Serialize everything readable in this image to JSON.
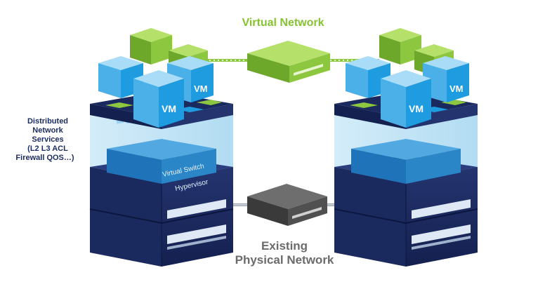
{
  "title_virtual": "Virtual Network",
  "title_physical_line1": "Existing",
  "title_physical_line2": "Physical Network",
  "services_label": [
    "Distributed",
    "Network",
    "Services",
    "(L2 L3 ACL",
    "Firewall QOS…)"
  ],
  "vm_label": "VM",
  "virtual_switch_label": "Virtual Switch",
  "hypervisor_label": "Hypervisor",
  "colors": {
    "green": "#8dc63f",
    "green_dark": "#5e9a1f",
    "vm_blue": "#1f9be0",
    "vm_light": "#7fcdf5",
    "navy": "#1b2a5e",
    "navy_dark": "#0f1a45",
    "switch_blue": "#2b86c8",
    "glass": "#bfe3f6",
    "gray": "#5a5a5a",
    "gray_dark": "#3a3a3a",
    "title_green": "#86c232",
    "title_gray": "#6b6b6b",
    "label_navy": "#1c2d63"
  }
}
